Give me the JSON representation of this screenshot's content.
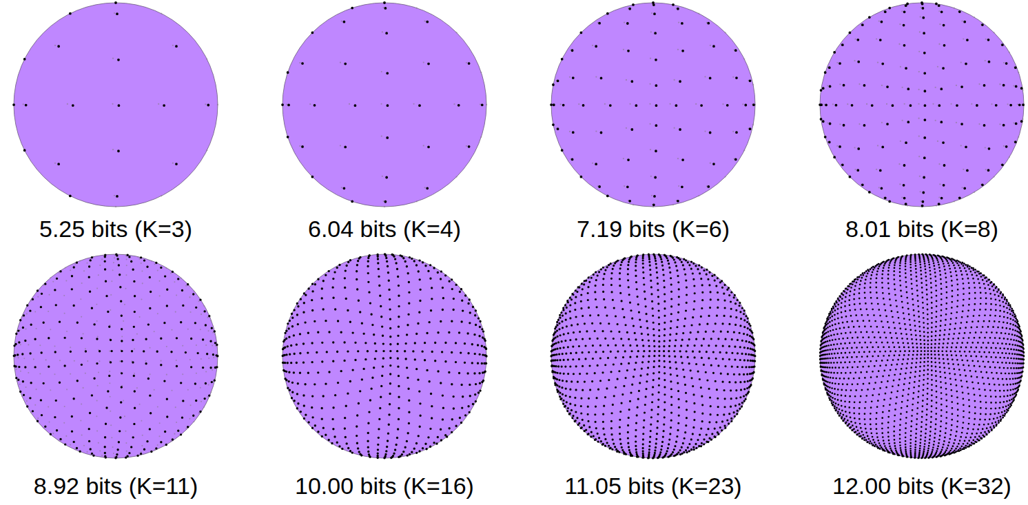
{
  "diagram": {
    "labels": [
      "5.25 bits (K=3)",
      "6.04 bits (K=4)",
      "7.19 bits (K=6)",
      "8.01 bits (K=8)",
      "8.92 bits (K=11)",
      "10.00 bits (K=16)",
      "11.05 bits (K=23)",
      "12.00 bits (K=32)"
    ]
  }
}
